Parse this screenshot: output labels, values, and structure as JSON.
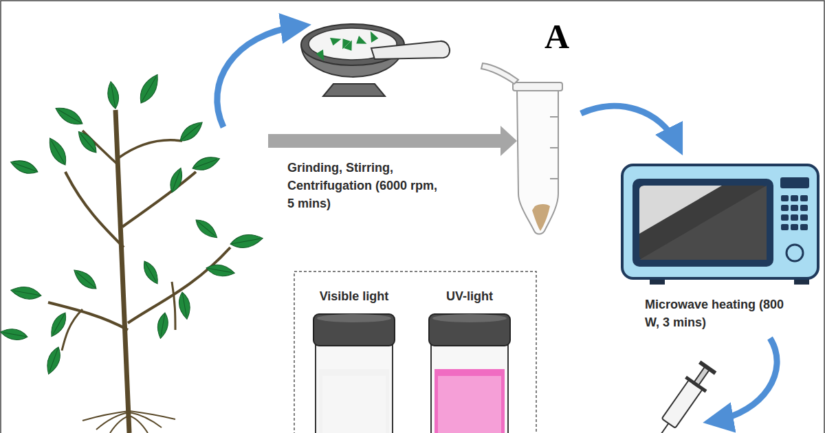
{
  "diagram": {
    "nodes": [
      {
        "text": [
          "Visible light"
        ]
      },
      {
        "text": [
          "UV-light"
        ]
      }
    ],
    "labels": [
      "A",
      "Grinding, Stirring, Centrifugation (6000 rpm, 5 mins)",
      "Microwave heating (800 W, 3 mins)"
    ]
  }
}
